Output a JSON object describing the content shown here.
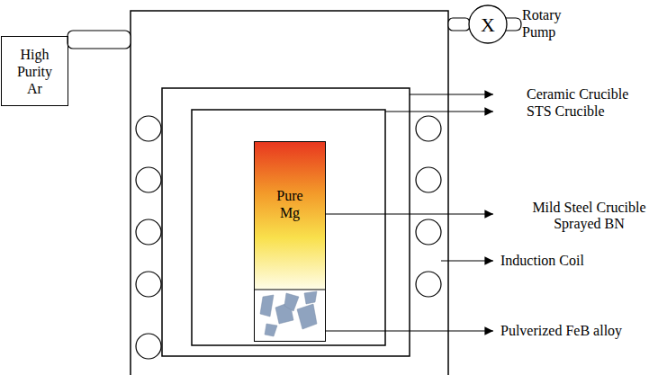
{
  "diagram": {
    "nodes": [
      {
        "text": [
          "High Purity Ar"
        ]
      },
      {
        "text": [
          "X",
          "Rotary Pump"
        ]
      },
      {
        "text": [
          "Pure Mg"
        ]
      }
    ],
    "labels": [
      "Ceramic Crucible",
      "STS Crucible",
      "Mild Steel Crucible Sprayed BN",
      "Induction Coil",
      "Pulverized FeB alloy"
    ]
  }
}
